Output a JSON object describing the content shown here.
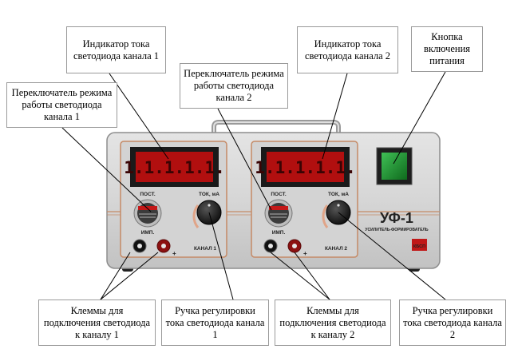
{
  "callouts": {
    "indicator1": "Индикатор тока светодиода канала 1",
    "switch2": "Переключатель режима работы светодиода канала 2",
    "indicator2": "Индикатор тока светодиода канала 2",
    "power": "Кнопка включения питания",
    "switch1": "Переключатель режима работы светодиода канала 1",
    "terminals1": "Клеммы для подключения светодиода к каналу 1",
    "knob1": "Ручка регулировки тока светодиода канала 1",
    "terminals2": "Клеммы для подключения светодиода к каналу 2",
    "knob2": "Ручка регулировки тока светодиода канала 2"
  },
  "panel": {
    "switch_top": "ПОСТ.",
    "switch_bottom": "ИМП.",
    "current_label": "ТОК, мА",
    "channel1": "КАНАЛ 1",
    "channel2": "КАНАЛ 2",
    "plus": "+",
    "display1": "1.1.1.1.1.",
    "display2": "1.1.1.1.1.",
    "model": "УФ-1",
    "subtitle": "УСИЛИТЕЛЬ-ФОРМИРОВАТЕЛЬ",
    "brand": "КБСП"
  },
  "colors": {
    "led": "#d01818",
    "power_button": "#1b8a2b",
    "accent_line": "#c58a66"
  }
}
